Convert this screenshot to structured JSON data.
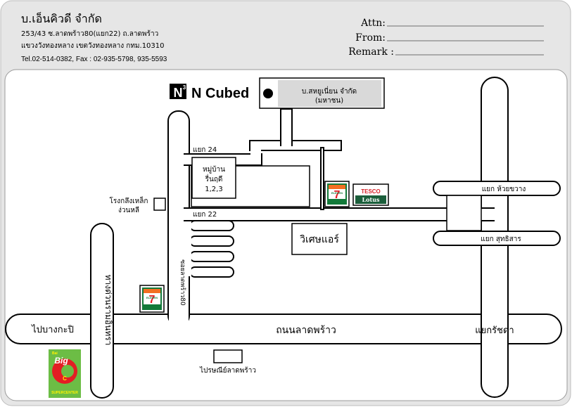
{
  "header": {
    "company_name": "บ.เอ็นคิวดี จำกัด",
    "address_line1": "253/43 ซ.ลาดพร้าว80(แยก22) ถ.ลาดพร้าว",
    "address_line2": "แขวงวังทองหลาง เขตวังทองหลาง กทม.10310",
    "contact": "Tel.02-514-0382, Fax : 02-935-5798, 935-5593",
    "fields": {
      "attn": "Attn:",
      "from": "From:",
      "remark": "Remark :"
    }
  },
  "map": {
    "brand": {
      "logo_text": "N",
      "logo_superscript": "3",
      "name": "N Cubed"
    },
    "building": {
      "line1": "บ.สหยูเนี่ยน จำกัด",
      "line2": "(มหาชน)"
    },
    "village": {
      "line1": "หมู่บ้าน",
      "line2": "รื่นฤดี",
      "line3": "1,2,3"
    },
    "labels": {
      "soi24": "แยก 24",
      "soi22": "แยก 22",
      "foundry_line1": "โรงกลึงเหล็ก",
      "foundry_line2": "ง่วนหลี",
      "wisetair": "วิเศษแอร์",
      "huai_khwang": "แยก ห้วยขวาง",
      "sutthisan": "แยก สุทธิสาร",
      "soi80": "ซอยลาดพร้าว80",
      "express": "ทางด่วนรามอินทรา",
      "bang_kapi": "ไปบางกะปิ",
      "lat_phrao": "ถนนลาดพร้าว",
      "ratchada": "แยกรัชดา",
      "post_office": "ไปรษณีย์ลาดพร้าว"
    },
    "sevel": {
      "number": "7",
      "word": "ELEVEN"
    },
    "tesco": {
      "top": "TESCO",
      "bottom": "Lotus"
    },
    "bigc": {
      "small": "Bai",
      "big": "Big",
      "letter": "C",
      "footer": "SUPERCENTER"
    }
  },
  "colors": {
    "frame_gray": "#e6e6e6",
    "road_line": "#000000",
    "sevel_green": "#137a3a",
    "sevel_orange": "#f36f21",
    "sevel_red": "#e31e24",
    "tesco_green": "#1b5e3b",
    "tesco_red": "#d62128",
    "bigc_green": "#6cbd45",
    "bigc_red": "#e31e24",
    "bigc_yellow": "#fff200"
  }
}
